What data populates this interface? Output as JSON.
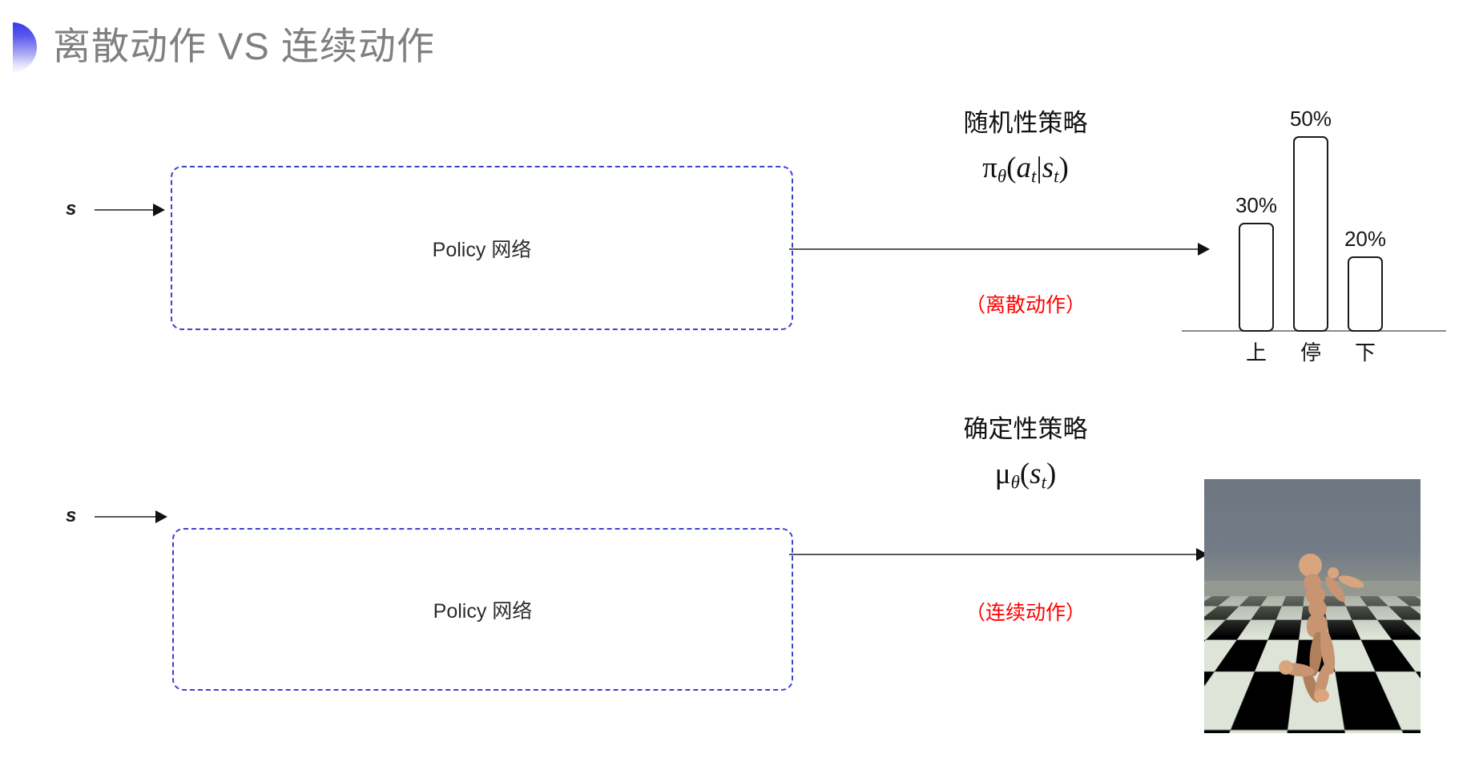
{
  "slide": {
    "title": "离散动作 VS 连续动作",
    "background_color": "#ffffff",
    "title_color": "#808080",
    "accent_color": "#3b39e8"
  },
  "rows": [
    {
      "id": "discrete",
      "input_label": "s",
      "box_label": "Policy 网络",
      "policy_type": "随机性策略",
      "formula_plain": "πθ(at|st)",
      "note": "（离散动作）",
      "note_color": "#ff0000",
      "output_kind": "bar-chart"
    },
    {
      "id": "continuous",
      "input_label": "s",
      "box_label": "Policy 网络",
      "policy_type": "确定性策略",
      "formula_plain": "μθ(st)",
      "note": "（连续动作）",
      "note_color": "#ff0000",
      "output_kind": "humanoid-simulation"
    }
  ],
  "chart_data": {
    "type": "bar",
    "title": "",
    "categories": [
      "上",
      "停",
      "下"
    ],
    "values": [
      30,
      50,
      20
    ],
    "value_labels": [
      "30%",
      "50%",
      "20%"
    ],
    "xlabel": "",
    "ylabel": "",
    "ylim": [
      0,
      60
    ],
    "grid": false,
    "legend": "none",
    "bar_style": "outlined",
    "bar_color": "#ffffff",
    "bar_border_color": "#1a1a1a"
  },
  "simulation": {
    "name": "humanoid-mujoco-render",
    "sky_color": "#6d7681",
    "floor_colors": [
      "#0a0a0a",
      "#e8efe2"
    ],
    "body_color": "#c89471"
  }
}
